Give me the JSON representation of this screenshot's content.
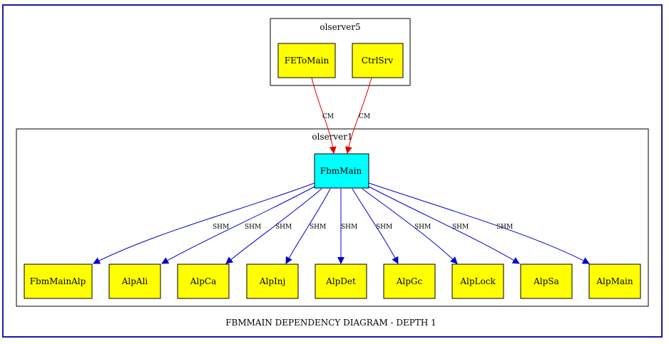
{
  "caption": "FBMMAIN DEPENDENCY DIAGRAM - DEPTH 1",
  "clusters": [
    {
      "id": "olserver5",
      "label": "olserver5"
    },
    {
      "id": "olserver1",
      "label": "olserver1"
    }
  ],
  "nodes": [
    {
      "id": "FEToMain",
      "label": "FEToMain",
      "cluster": "olserver5",
      "fill": "#ffff00"
    },
    {
      "id": "CtrlSrv",
      "label": "CtrlSrv",
      "cluster": "olserver5",
      "fill": "#ffff00"
    },
    {
      "id": "FbmMain",
      "label": "FbmMain",
      "cluster": "olserver1",
      "fill": "#00ffff"
    },
    {
      "id": "FbmMainAlp",
      "label": "FbmMainAlp",
      "cluster": "olserver1",
      "fill": "#ffff00"
    },
    {
      "id": "AlpAli",
      "label": "AlpAli",
      "cluster": "olserver1",
      "fill": "#ffff00"
    },
    {
      "id": "AlpCa",
      "label": "AlpCa",
      "cluster": "olserver1",
      "fill": "#ffff00"
    },
    {
      "id": "AlpInj",
      "label": "AlpInj",
      "cluster": "olserver1",
      "fill": "#ffff00"
    },
    {
      "id": "AlpDet",
      "label": "AlpDet",
      "cluster": "olserver1",
      "fill": "#ffff00"
    },
    {
      "id": "AlpGc",
      "label": "AlpGc",
      "cluster": "olserver1",
      "fill": "#ffff00"
    },
    {
      "id": "AlpLock",
      "label": "AlpLock",
      "cluster": "olserver1",
      "fill": "#ffff00"
    },
    {
      "id": "AlpSa",
      "label": "AlpSa",
      "cluster": "olserver1",
      "fill": "#ffff00"
    },
    {
      "id": "AlpMain",
      "label": "AlpMain",
      "cluster": "olserver1",
      "fill": "#ffff00"
    }
  ],
  "edges": [
    {
      "from": "FEToMain",
      "to": "FbmMain",
      "label": "CM",
      "color": "#dd0000"
    },
    {
      "from": "CtrlSrv",
      "to": "FbmMain",
      "label": "CM",
      "color": "#dd0000"
    },
    {
      "from": "FbmMain",
      "to": "FbmMainAlp",
      "label": "SHM",
      "color": "#0000cc"
    },
    {
      "from": "FbmMain",
      "to": "AlpAli",
      "label": "SHM",
      "color": "#0000cc"
    },
    {
      "from": "FbmMain",
      "to": "AlpCa",
      "label": "SHM",
      "color": "#0000cc"
    },
    {
      "from": "FbmMain",
      "to": "AlpInj",
      "label": "SHM",
      "color": "#0000cc"
    },
    {
      "from": "FbmMain",
      "to": "AlpDet",
      "label": "SHM",
      "color": "#0000cc"
    },
    {
      "from": "FbmMain",
      "to": "AlpGc",
      "label": "SHM",
      "color": "#0000cc"
    },
    {
      "from": "FbmMain",
      "to": "AlpLock",
      "label": "SHM",
      "color": "#0000cc"
    },
    {
      "from": "FbmMain",
      "to": "AlpSa",
      "label": "SHM",
      "color": "#0000cc"
    },
    {
      "from": "FbmMain",
      "to": "AlpMain",
      "label": "SHM",
      "color": "#0000cc"
    }
  ],
  "colors": {
    "frame_border": "#1c1ca0",
    "cluster_border": "#000000",
    "node_border": "#000000"
  }
}
